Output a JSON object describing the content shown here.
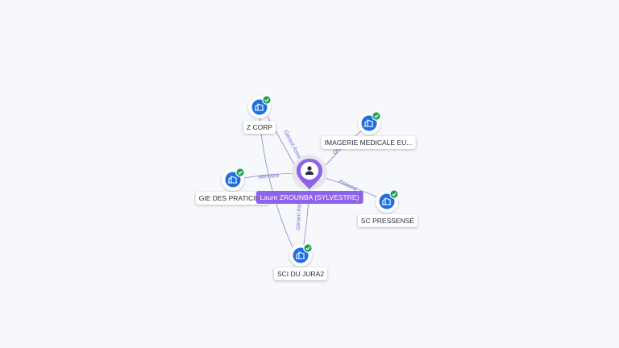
{
  "center": {
    "name": "Laure ZROUNBA (SYLVESTRE)",
    "icon": "person-icon"
  },
  "companies": [
    {
      "key": "zcorp",
      "name": "Z CORP",
      "icon": "building-icon",
      "verified": true
    },
    {
      "key": "imagerie",
      "name": "IMAGERIE MEDICALE EU...",
      "icon": "building-icon",
      "verified": true
    },
    {
      "key": "gie",
      "name": "GIE DES PRATICIE...",
      "icon": "building-icon",
      "verified": true
    },
    {
      "key": "scpressense",
      "name": "SC PRESSENSÉ",
      "icon": "building-icon",
      "verified": true
    },
    {
      "key": "scidujura",
      "name": "SCI DU JURA2",
      "icon": "building-icon",
      "verified": true
    }
  ],
  "relations": {
    "zcorp": "Gérant Associé",
    "imagerie": "Gérant",
    "gie": "Membre",
    "scpressense": "Associé",
    "scidujura": "Gérant Associé"
  },
  "colors": {
    "brand": "#1f6fe0",
    "person": "#8e63e8",
    "verified": "#1e9e5a",
    "edge": "#8b87c9"
  }
}
